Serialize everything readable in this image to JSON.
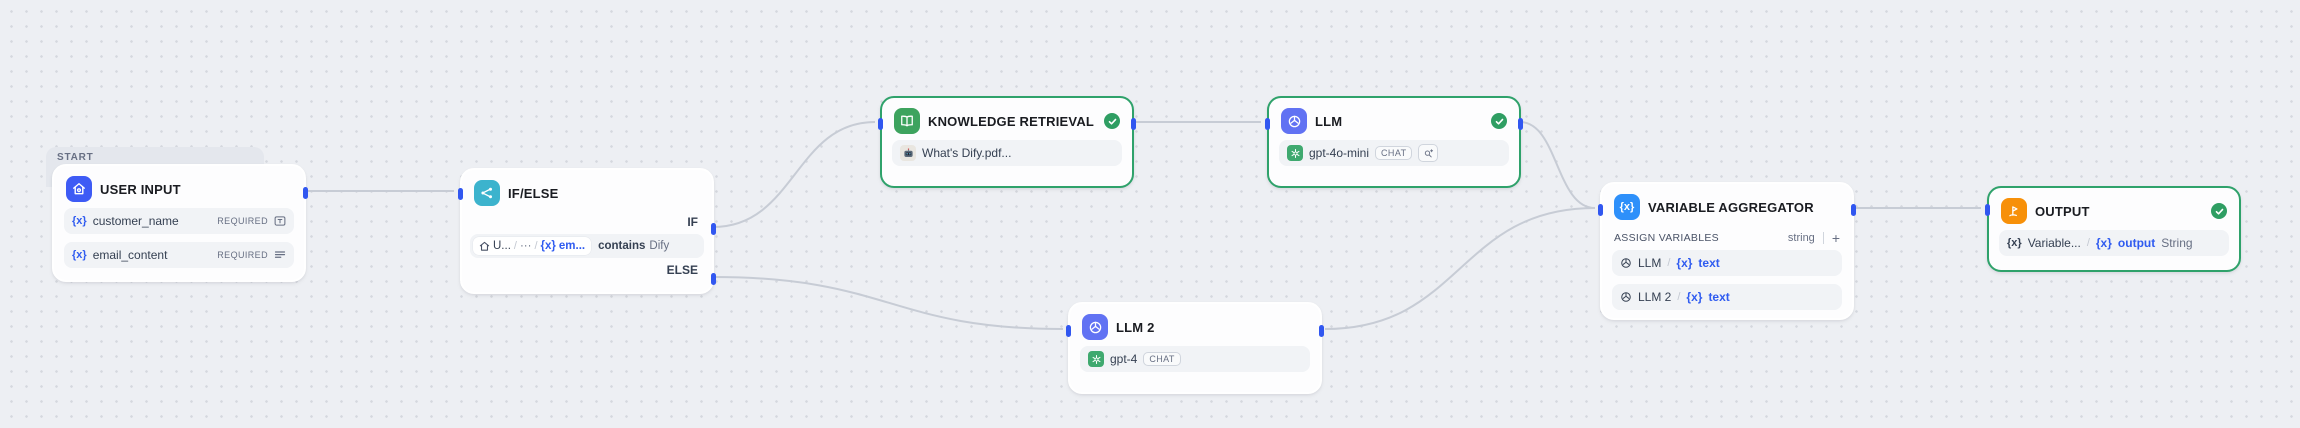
{
  "canvas": {
    "background_color": "#edeff3",
    "dot_color": "#d5d8de",
    "edge_color": "#c7ccd5",
    "handle_color": "#3157f0",
    "success_color": "#2f9e63",
    "token_blue": "#2f5bf0"
  },
  "sep": "/",
  "nodes": {
    "user_input": {
      "group_label": "START",
      "title": "USER INPUT",
      "icon_color": "#3e5bf5",
      "rows": [
        {
          "token": "{x}",
          "name": "customer_name",
          "required": "REQUIRED"
        },
        {
          "token": "{x}",
          "name": "email_content",
          "required": "REQUIRED"
        }
      ]
    },
    "if_else": {
      "title": "IF/ELSE",
      "icon_color": "#3cb3cd",
      "branch_if": "IF",
      "branch_else": "ELSE",
      "condition": {
        "source_node": "U...",
        "path_ellipsis": "···",
        "token": "{x}",
        "variable": "em...",
        "operator": "contains",
        "value": "Dify"
      }
    },
    "knowledge_retrieval": {
      "title": "KNOWLEDGE RETRIEVAL",
      "icon_color": "#3da35e",
      "document": "What's Dify.pdf..."
    },
    "llm_1": {
      "title": "LLM",
      "icon_color": "#6172f3",
      "model": "gpt-4o-mini",
      "mode": "CHAT"
    },
    "llm_2": {
      "title": "LLM 2",
      "icon_color": "#6172f3",
      "model": "gpt-4",
      "mode": "CHAT"
    },
    "variable_aggregator": {
      "title": "VARIABLE AGGREGATOR",
      "icon_color": "#2e90fa",
      "icon_label": "{x}",
      "section_label": "ASSIGN VARIABLES",
      "output_type": "string",
      "add_button": "+",
      "variables": [
        {
          "source": "LLM",
          "token": "{x}",
          "variable": "text"
        },
        {
          "source": "LLM 2",
          "token": "{x}",
          "variable": "text"
        }
      ]
    },
    "output": {
      "title": "OUTPUT",
      "icon_color": "#f79009",
      "variable_ref": {
        "source_token": "{x}",
        "source": "Variable...",
        "token": "{x}",
        "variable": "output",
        "type": "String"
      }
    }
  }
}
